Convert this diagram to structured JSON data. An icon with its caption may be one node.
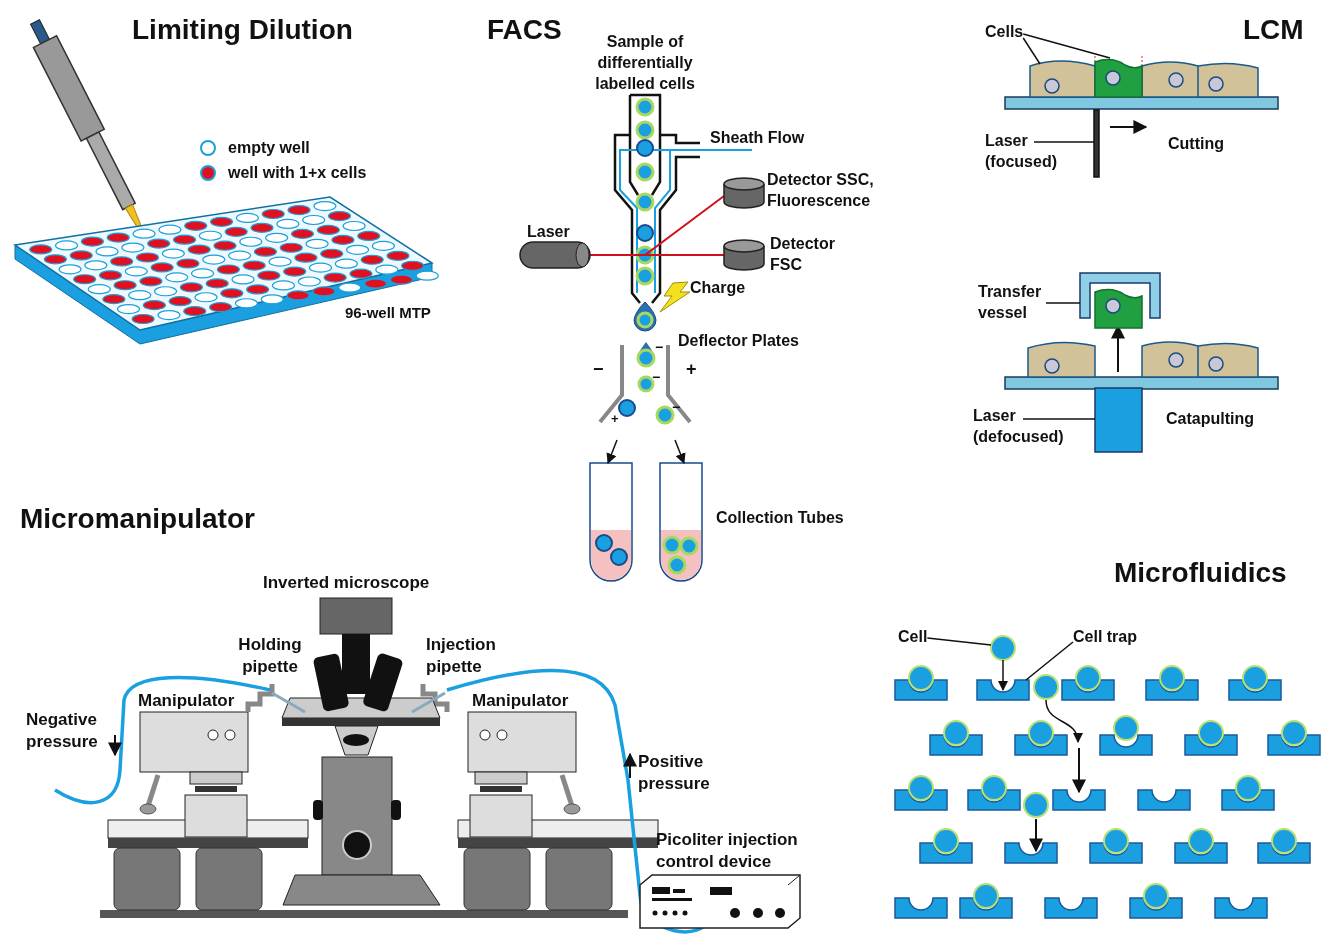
{
  "diagram": {
    "nodes": [
      {
        "text": [
          "Cells"
        ]
      },
      {
        "text": [],
        "shape": "box"
      },
      {
        "text": [],
        "shape": "box"
      },
      {
        "text": [],
        "shape": "cylinder",
        "beside": [
          "Detector SSC, Fluorescence"
        ]
      },
      {
        "text": [],
        "shape": "cylinder",
        "beside": [
          "Laser"
        ]
      },
      {
        "text": [],
        "shape": "cylinder",
        "beside": [
          "Detector FSC"
        ]
      },
      {
        "text": [
          "Laser (focused)"
        ]
      },
      {
        "text": [],
        "shape": "bar"
      },
      {
        "text": [
          "Transfer vessel"
        ]
      },
      {
        "text": [],
        "shape": "box"
      },
      {
        "text": [
          "Laser (defocused)"
        ]
      },
      {
        "text": [],
        "shape": "box"
      },
      {
        "text": [],
        "shape": "box"
      },
      {
        "text": [],
        "shape": "box"
      },
      {
        "text": [
          "Cell"
        ]
      },
      {
        "text": [],
        "shape": "circle"
      },
      {
        "text": [
          "Cell trap"
        ]
      },
      {
        "text": [],
        "shape": "box"
      }
    ],
    "edges": [
      {
        "from": 0,
        "to": 1,
        "arrow": "none"
      },
      {
        "from": 0,
        "to": 2,
        "arrow": "none"
      },
      {
        "from": 4,
        "to": 3,
        "arrow": "none",
        "color": "#d0101a"
      },
      {
        "from": 4,
        "to": 5,
        "arrow": "none",
        "color": "#d0101a"
      },
      {
        "from": 6,
        "to": 7,
        "arrow": "none"
      },
      {
        "from": 8,
        "to": 9,
        "arrow": "none"
      },
      {
        "from": 10,
        "to": 11,
        "arrow": "none"
      },
      {
        "from": null,
        "to": 12,
        "arrow": "to"
      },
      {
        "from": null,
        "to": 13,
        "arrow": "to"
      },
      {
        "from": 14,
        "to": 15,
        "arrow": "none"
      },
      {
        "from": 16,
        "to": 17,
        "arrow": "none"
      },
      {
        "from": 15,
        "to": 17,
        "arrow": "to"
      }
    ],
    "labels": [
      "Limiting Dilution",
      "FACS",
      "LCM",
      "Sample of differentially labelled cells",
      "Sheath Flow",
      "Cutting",
      "Charge",
      "96-well MTP",
      "Deflector Plates",
      "−",
      "−",
      "+",
      "−",
      "+",
      "−",
      "Catapulting",
      "Collection Tubes",
      "Micromanipulator",
      "Microfluidics",
      "Inverted microscope",
      "Holding pipette",
      "Injection pipette",
      "Manipulator",
      "Manipulator",
      "Negative pressure",
      "Positive pressure",
      "Picoliter injection control device"
    ],
    "legend": [
      {
        "text": "empty well"
      },
      {
        "text": "well with 1+x cells",
        "color": "#e01020"
      }
    ]
  }
}
